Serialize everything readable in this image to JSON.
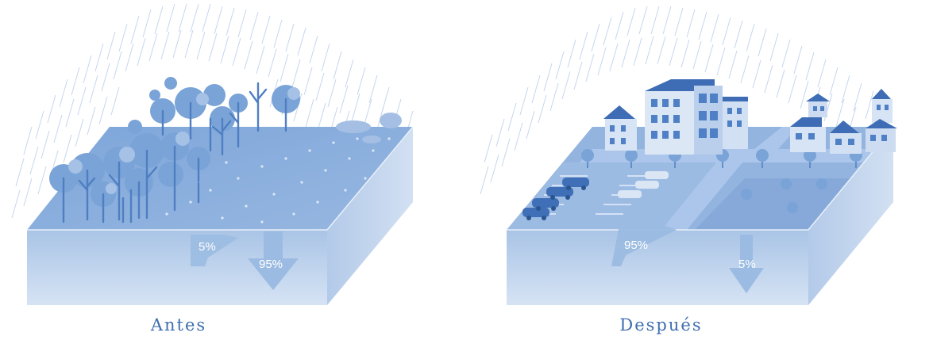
{
  "panels": {
    "before": {
      "caption": "Antes",
      "runoff_label": "5%",
      "infiltration_label": "95%"
    },
    "after": {
      "caption": "Después",
      "runoff_label": "95%",
      "infiltration_label": "5%"
    }
  },
  "colors": {
    "rain": "#b9cde8",
    "top_surface": "#8fb1de",
    "front_face": "#c9daf0",
    "side_face": "#b4cbe9",
    "tree": "#6f9bd3",
    "building": "#4f80c6",
    "arrow": "#9bbbe2",
    "caption": "#3f6fb0"
  }
}
